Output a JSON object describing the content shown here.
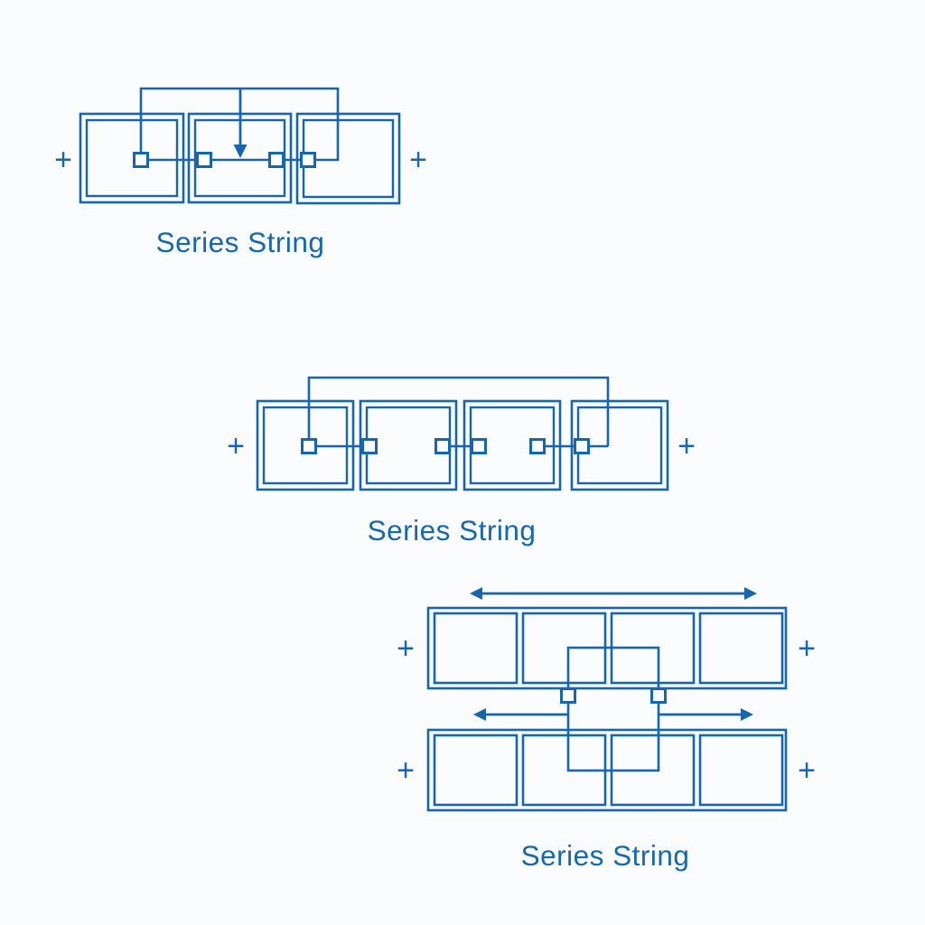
{
  "colors": {
    "line_blue": "#1565b0",
    "label_blue": "#1467b2",
    "background": "#fbfcfe"
  },
  "diagrams": [
    {
      "name": "three-panel-series-string",
      "label": "Series String",
      "panel_count": 3,
      "terminals": {
        "left": "+",
        "right": "+"
      }
    },
    {
      "name": "four-panel-series-string",
      "label": "Series String",
      "panel_count": 4,
      "terminals": {
        "left": "+",
        "right": "+"
      }
    },
    {
      "name": "two-row-series-string",
      "label": "Series String",
      "rows": 2,
      "panels_per_row": 4,
      "terminals": {
        "row1_left": "+",
        "row1_right": "+",
        "row2_left": "+",
        "row2_right": "+"
      }
    }
  ]
}
